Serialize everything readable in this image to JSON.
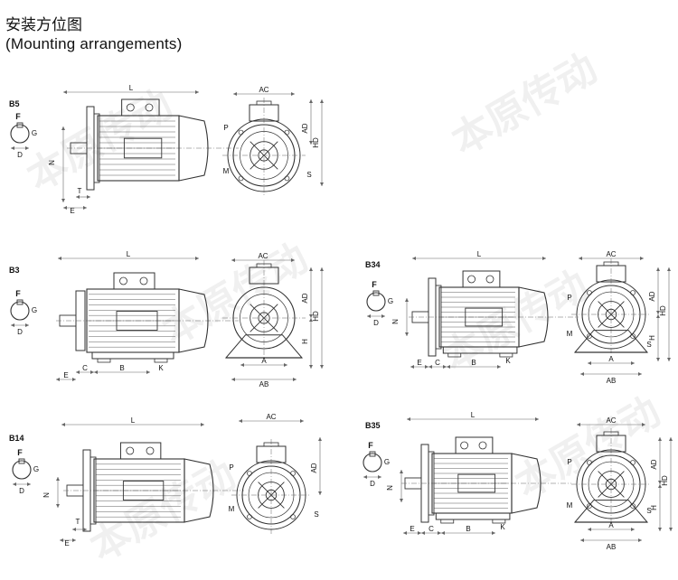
{
  "header": {
    "title_zh": "安装方位图",
    "title_en": "(Mounting arrangements)"
  },
  "watermark": "本原传动",
  "colors": {
    "line": "#333333",
    "dim": "#666666",
    "watermark": "#dddddd"
  },
  "panels": [
    {
      "label": "B5",
      "side": [
        "L",
        "N",
        "T",
        "E"
      ],
      "front": [
        "AC",
        "AD",
        "HD",
        "P",
        "M",
        "S"
      ],
      "shaft": [
        "F",
        "G",
        "D"
      ]
    },
    {
      "label": "B3",
      "side": [
        "L",
        "E",
        "C",
        "B",
        "K"
      ],
      "front": [
        "AC",
        "AD",
        "HD",
        "H",
        "A",
        "AB"
      ],
      "shaft": [
        "F",
        "G",
        "D"
      ]
    },
    {
      "label": "B34",
      "side": [
        "L",
        "N",
        "E",
        "C",
        "B",
        "K"
      ],
      "front": [
        "AC",
        "AD",
        "HD",
        "H",
        "P",
        "M",
        "S",
        "A",
        "AB"
      ],
      "shaft": [
        "F",
        "G",
        "D"
      ]
    },
    {
      "label": "B14",
      "side": [
        "L",
        "N",
        "T",
        "E"
      ],
      "front": [
        "AC",
        "AD",
        "P",
        "M",
        "S"
      ],
      "shaft": [
        "F",
        "G",
        "D"
      ]
    },
    {
      "label": "B35",
      "side": [
        "L",
        "N",
        "E",
        "C",
        "B",
        "K"
      ],
      "front": [
        "AC",
        "AD",
        "HD",
        "H",
        "P",
        "M",
        "S",
        "A",
        "AB"
      ],
      "shaft": [
        "F",
        "G",
        "D"
      ]
    }
  ]
}
